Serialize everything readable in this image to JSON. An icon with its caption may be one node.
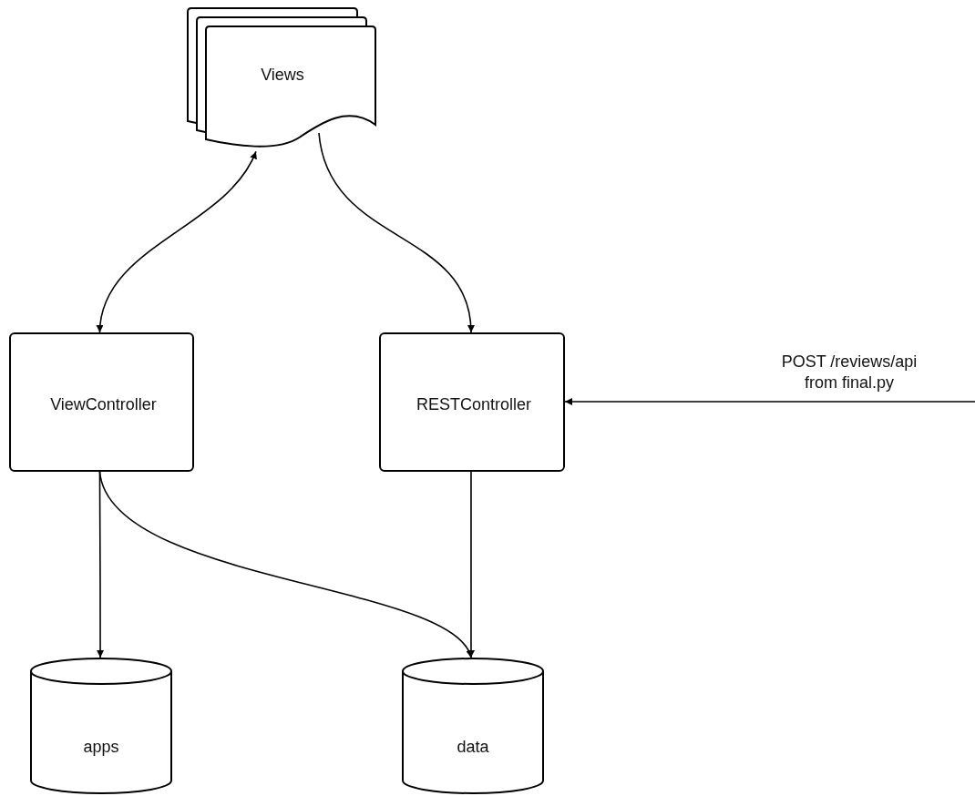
{
  "diagram": {
    "nodes": [
      {
        "text": [
          "Views"
        ]
      },
      {
        "text": [
          "ViewController"
        ]
      },
      {
        "text": [
          "RESTController"
        ]
      },
      {
        "text": [
          "apps"
        ]
      },
      {
        "text": [
          "data"
        ]
      }
    ],
    "edges": [
      {
        "from": 0,
        "to": 1,
        "arrow": "both"
      },
      {
        "from": 0,
        "to": 2,
        "arrow": "to"
      },
      {
        "from": 1,
        "to": 3,
        "arrow": "to"
      },
      {
        "from": 1,
        "to": 4,
        "arrow": "to"
      },
      {
        "from": 2,
        "to": 4,
        "arrow": "to"
      },
      {
        "from": null,
        "to": 2,
        "arrow": "to",
        "label": "POST /reviews/api from final.py"
      }
    ]
  }
}
